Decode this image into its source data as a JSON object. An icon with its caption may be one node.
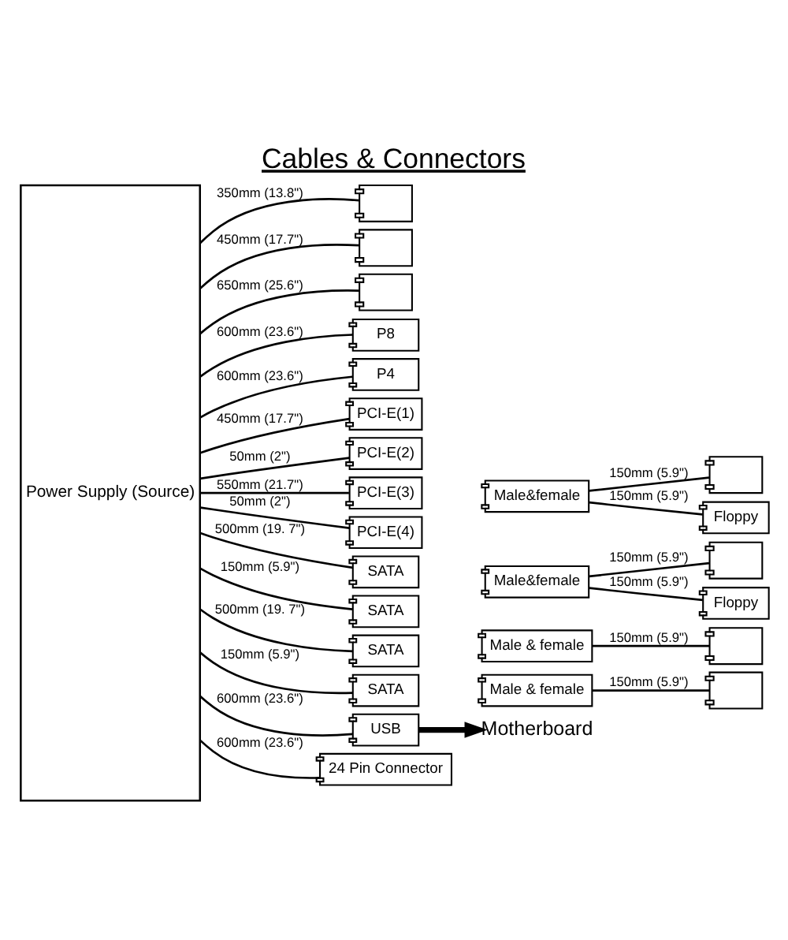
{
  "diagram": {
    "title": "Cables & Connectors",
    "nodes": [
      {
        "text": [
          "Power Supply (Source)"
        ]
      },
      {
        "text": [],
        "shape": "picture"
      },
      {
        "text": [],
        "shape": "picture"
      },
      {
        "text": [],
        "shape": "picture"
      },
      {
        "text": [
          "P8"
        ]
      },
      {
        "text": [
          "P4"
        ]
      },
      {
        "text": [
          "PCI-E(1)"
        ]
      },
      {
        "text": [
          "PCI-E(2)"
        ]
      },
      {
        "text": [
          "PCI-E(3)"
        ]
      },
      {
        "text": [
          "PCI-E(4)"
        ]
      },
      {
        "text": [
          "SATA"
        ]
      },
      {
        "text": [
          "SATA"
        ]
      },
      {
        "text": [
          "SATA"
        ]
      },
      {
        "text": [
          "SATA"
        ]
      },
      {
        "text": [
          "USB"
        ]
      },
      {
        "text": [
          "Motherboard"
        ]
      },
      {
        "text": [
          "24 Pin Connector"
        ]
      },
      {
        "text": [
          "Male&female"
        ]
      },
      {
        "text": [],
        "shape": "picture"
      },
      {
        "text": [
          "Floppy"
        ]
      },
      {
        "text": [
          "Male&female"
        ]
      },
      {
        "text": [],
        "shape": "picture"
      },
      {
        "text": [
          "Floppy"
        ]
      },
      {
        "text": [
          "Male & female"
        ]
      },
      {
        "text": [],
        "shape": "picture"
      },
      {
        "text": [
          "Male & female"
        ]
      },
      {
        "text": [],
        "shape": "picture"
      }
    ],
    "edges": [
      {
        "from": 0,
        "to": 1,
        "arrow": "none",
        "label": "350mm (13.8\")"
      },
      {
        "from": 0,
        "to": 2,
        "arrow": "none",
        "label": "450mm (17.7\")"
      },
      {
        "from": 0,
        "to": 3,
        "arrow": "none",
        "label": "650mm (25.6\")"
      },
      {
        "from": 0,
        "to": 4,
        "arrow": "none",
        "label": "600mm (23.6\")"
      },
      {
        "from": 0,
        "to": 5,
        "arrow": "none",
        "label": "600mm (23.6\")"
      },
      {
        "from": 0,
        "to": 6,
        "arrow": "none",
        "label": "450mm (17.7\")"
      },
      {
        "from": 0,
        "to": 7,
        "arrow": "none",
        "label": "50mm (2\")"
      },
      {
        "from": 0,
        "to": 8,
        "arrow": "none",
        "label": "550mm (21.7\")"
      },
      {
        "from": 0,
        "to": 9,
        "arrow": "none",
        "label": "50mm (2\")"
      },
      {
        "from": 0,
        "to": 10,
        "arrow": "none",
        "label": "500mm (19. 7\")"
      },
      {
        "from": 0,
        "to": 11,
        "arrow": "none",
        "label": "150mm (5.9\")"
      },
      {
        "from": 0,
        "to": 12,
        "arrow": "none",
        "label": "500mm (19. 7\")"
      },
      {
        "from": 0,
        "to": 13,
        "arrow": "none",
        "label": "150mm (5.9\")"
      },
      {
        "from": 0,
        "to": 14,
        "arrow": "none",
        "label": "600mm (23.6\")"
      },
      {
        "from": 14,
        "to": 15,
        "arrow": "to",
        "style": "thick"
      },
      {
        "from": 0,
        "to": 16,
        "arrow": "none",
        "label": "600mm (23.6\")"
      },
      {
        "from": 17,
        "to": 18,
        "arrow": "none",
        "label": "150mm (5.9\")"
      },
      {
        "from": 17,
        "to": 19,
        "arrow": "none",
        "label": "150mm (5.9\")"
      },
      {
        "from": 20,
        "to": 21,
        "arrow": "none",
        "label": "150mm (5.9\")"
      },
      {
        "from": 20,
        "to": 22,
        "arrow": "none",
        "label": "150mm (5.9\")"
      },
      {
        "from": 23,
        "to": 24,
        "arrow": "none",
        "label": "150mm (5.9\")"
      },
      {
        "from": 25,
        "to": 26,
        "arrow": "none",
        "label": "150mm (5.9\")"
      }
    ]
  }
}
